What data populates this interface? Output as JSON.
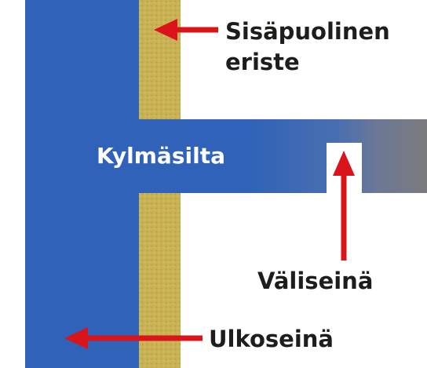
{
  "labels": {
    "inner_insulation_line1": "Sisäpuolinen",
    "inner_insulation_line2": "eriste",
    "cold_bridge": "Kylmäsilta",
    "partition_wall": "Väliseinä",
    "outer_wall": "Ulkoseinä"
  },
  "colors": {
    "wall_blue": "#2f62b8",
    "insulation_yellow": "#c9b253",
    "partition_gray": "#7b7b7d",
    "arrow_red": "#d9141b",
    "text_dark": "#1d1d1b",
    "text_light": "#ffffff",
    "background": "#ffffff"
  }
}
